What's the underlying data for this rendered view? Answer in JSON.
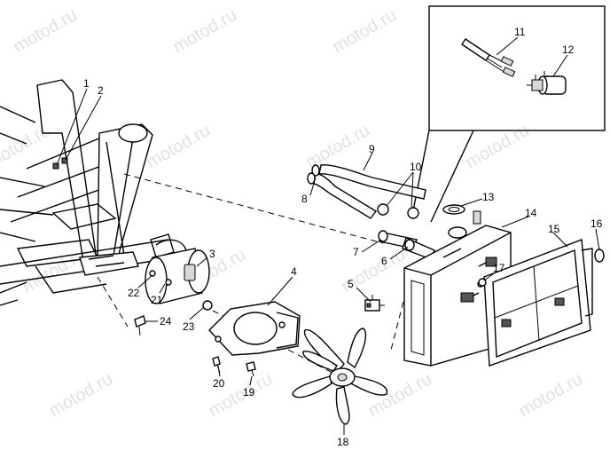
{
  "watermark": {
    "text": "motod.ru"
  },
  "callouts": [
    {
      "id": "1",
      "text": "1"
    },
    {
      "id": "2",
      "text": "2"
    },
    {
      "id": "3",
      "text": "3"
    },
    {
      "id": "4",
      "text": "4"
    },
    {
      "id": "5",
      "text": "5"
    },
    {
      "id": "6",
      "text": "6"
    },
    {
      "id": "7",
      "text": "7"
    },
    {
      "id": "8",
      "text": "8"
    },
    {
      "id": "9",
      "text": "9"
    },
    {
      "id": "10",
      "text": "10"
    },
    {
      "id": "11",
      "text": "11"
    },
    {
      "id": "12",
      "text": "12"
    },
    {
      "id": "13",
      "text": "13"
    },
    {
      "id": "14",
      "text": "14"
    },
    {
      "id": "15",
      "text": "15"
    },
    {
      "id": "16",
      "text": "16"
    },
    {
      "id": "17",
      "text": "17"
    },
    {
      "id": "18",
      "text": "18"
    },
    {
      "id": "19",
      "text": "19"
    },
    {
      "id": "20",
      "text": "20"
    },
    {
      "id": "21",
      "text": "21"
    },
    {
      "id": "22",
      "text": "22"
    },
    {
      "id": "23",
      "text": "23"
    },
    {
      "id": "24",
      "text": "24"
    }
  ]
}
